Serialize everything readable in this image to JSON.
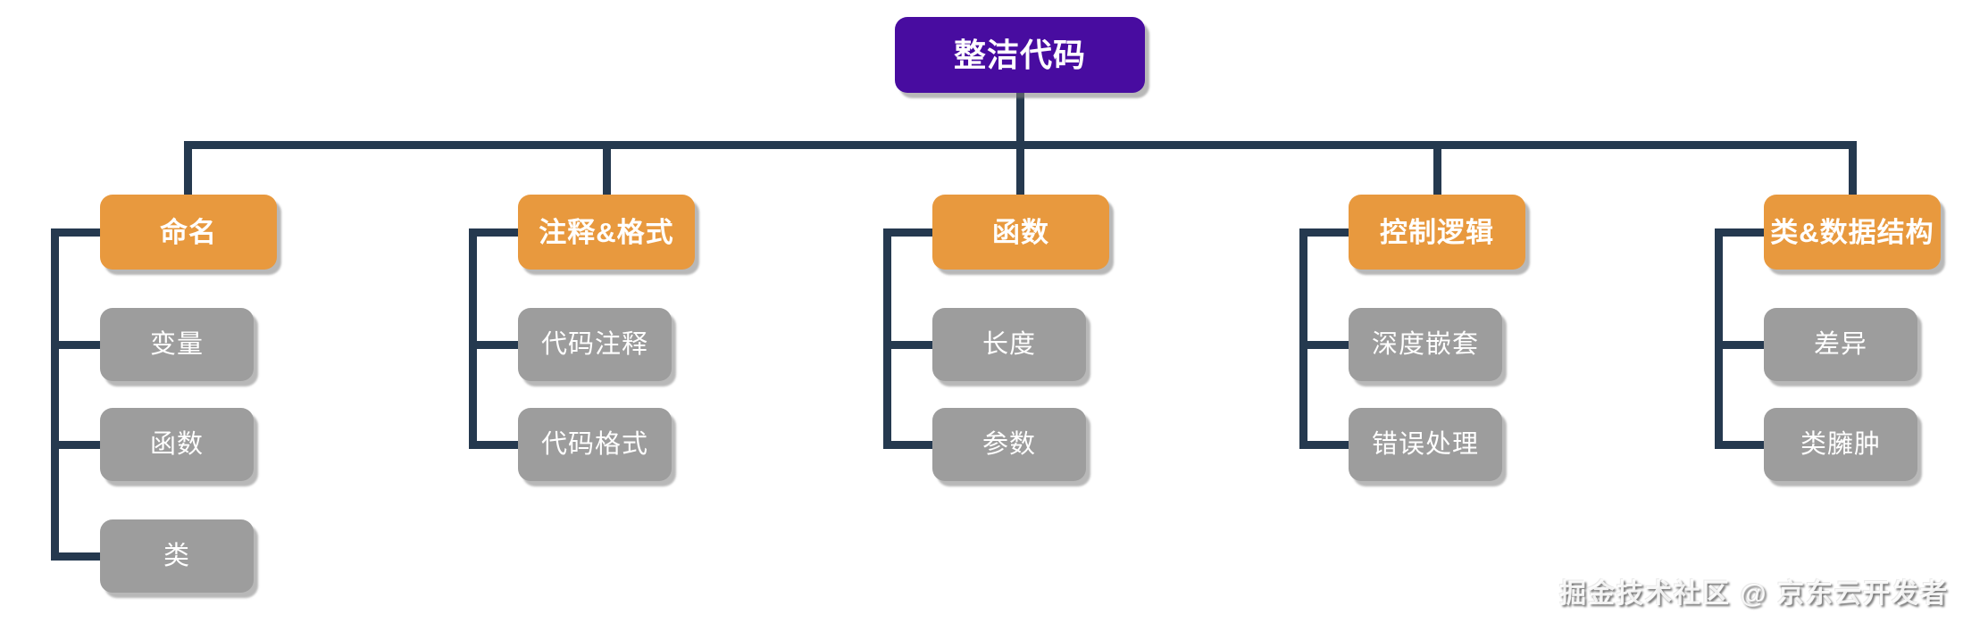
{
  "diagram": {
    "title": "整洁代码",
    "root": {
      "label": "整洁代码"
    },
    "branches": [
      {
        "label": "命名",
        "children": [
          "变量",
          "函数",
          "类"
        ]
      },
      {
        "label": "注释&格式",
        "children": [
          "代码注释",
          "代码格式"
        ]
      },
      {
        "label": "函数",
        "children": [
          "长度",
          "参数"
        ]
      },
      {
        "label": "控制逻辑",
        "children": [
          "深度嵌套",
          "错误处理"
        ]
      },
      {
        "label": "类&数据结构",
        "children": [
          "差异",
          "类臃肿"
        ]
      }
    ]
  },
  "watermark": {
    "text": "掘金技术社区 @ 京东云开发者"
  },
  "colors": {
    "root_bg": "#480CA0",
    "branch_bg": "#E8993E",
    "child_bg": "#9D9D9D",
    "connector": "#25394F",
    "node_text": "#FFFFFF"
  }
}
